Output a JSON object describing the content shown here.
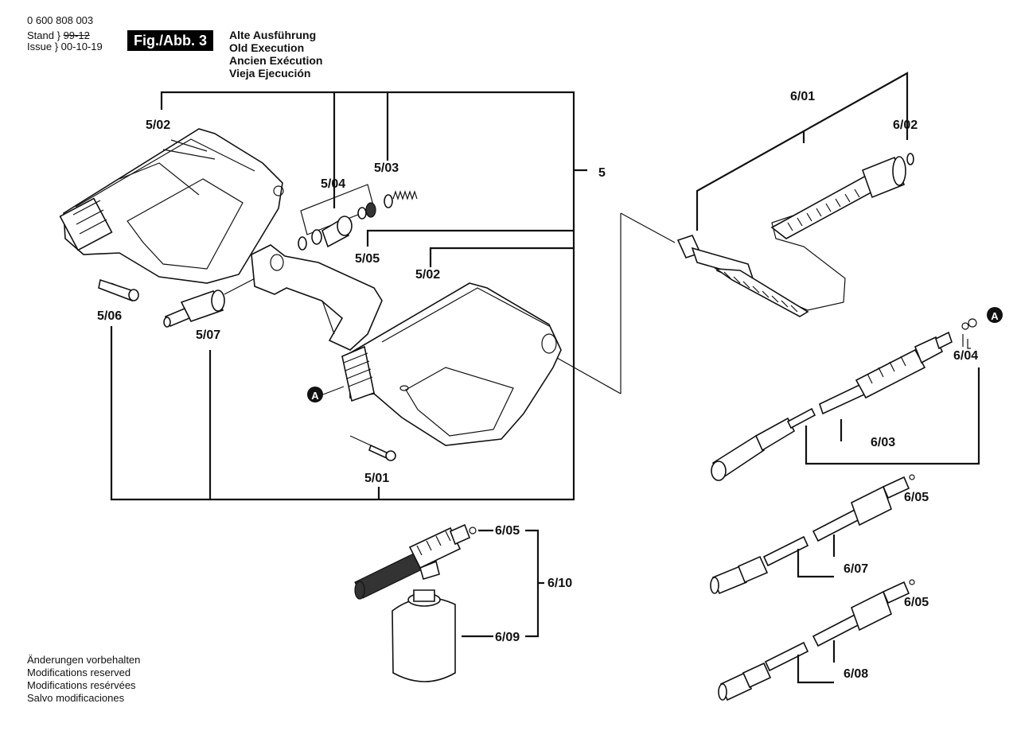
{
  "header": {
    "doc_number": "0 600 808 003",
    "stand_label": "Stand",
    "issue_label": "Issue",
    "stand_old_date": "99-12",
    "issue_date": "00-10-19",
    "figure": "Fig./Abb. 3",
    "execution_titles": [
      "Alte Ausführung",
      "Old Execution",
      "Ancien Exécution",
      "Vieja Ejecución"
    ]
  },
  "notes": [
    "Änderungen vorbehalten",
    "Modifications reserved",
    "Modifications resérvées",
    "Salvo modificaciones"
  ],
  "parts": {
    "p5": "5",
    "p5_02a": "5/02",
    "p5_02b": "5/02",
    "p5_04": "5/04",
    "p5_03": "5/03",
    "p5_05": "5/05",
    "p5_06": "5/06",
    "p5_07": "5/07",
    "p5_01": "5/01",
    "p6_01": "6/01",
    "p6_02": "6/02",
    "p6_03": "6/03",
    "p6_04": "6/04",
    "p6_05a": "6/05",
    "p6_05b": "6/05",
    "p6_05c": "6/05",
    "p6_07": "6/07",
    "p6_08": "6/08",
    "p6_09": "6/09",
    "p6_10": "6/10",
    "marker_a": "A"
  }
}
